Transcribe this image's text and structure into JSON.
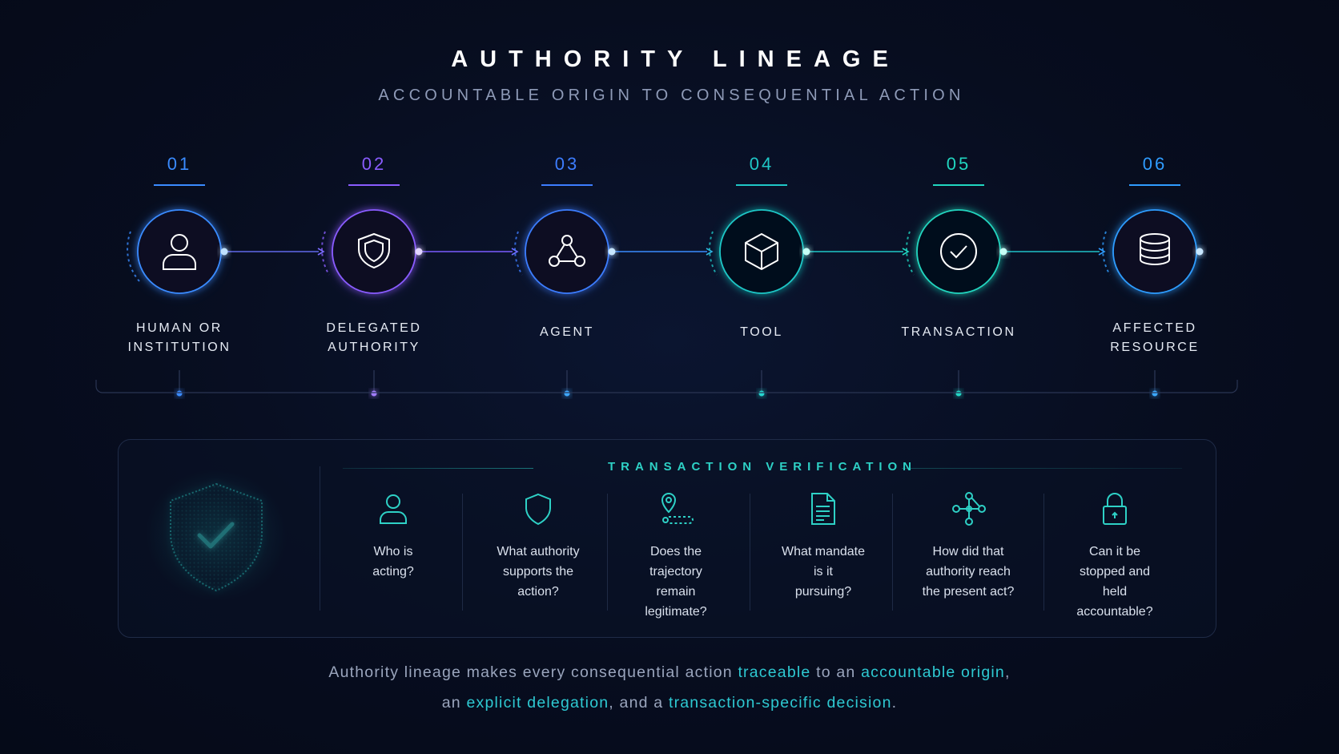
{
  "header": {
    "title": "AUTHORITY LINEAGE",
    "subtitle": "ACCOUNTABLE ORIGIN TO CONSEQUENTIAL ACTION"
  },
  "steps": [
    {
      "number": "01",
      "label": "HUMAN OR\nINSTITUTION",
      "icon": "person-icon",
      "color": "#3a8bff"
    },
    {
      "number": "02",
      "label": "DELEGATED\nAUTHORITY",
      "icon": "shield-icon",
      "color": "#8a5cff"
    },
    {
      "number": "03",
      "label": "AGENT",
      "icon": "network-nodes-icon",
      "color": "#3d7dff"
    },
    {
      "number": "04",
      "label": "TOOL",
      "icon": "cube-icon",
      "color": "#1fc7c7"
    },
    {
      "number": "05",
      "label": "TRANSACTION",
      "icon": "check-circle-icon",
      "color": "#21d6c0"
    },
    {
      "number": "06",
      "label": "AFFECTED\nRESOURCE",
      "icon": "database-icon",
      "color": "#2f9cff"
    }
  ],
  "verification": {
    "title": "TRANSACTION VERIFICATION",
    "badge_icon": "shield-check-icon",
    "questions": [
      {
        "text": "Who is\nacting?",
        "icon": "person-icon"
      },
      {
        "text": "What authority\nsupports the\naction?",
        "icon": "shield-icon"
      },
      {
        "text": "Does the\ntrajectory\nremain\nlegitimate?",
        "icon": "location-path-icon"
      },
      {
        "text": "What mandate\nis it\npursuing?",
        "icon": "document-icon"
      },
      {
        "text": "How did that\nauthority reach\nthe present act?",
        "icon": "branching-nodes-icon"
      },
      {
        "text": "Can it be\nstopped and\nheld\naccountable?",
        "icon": "padlock-icon"
      }
    ]
  },
  "footer": {
    "line1": {
      "t1": "Authority lineage makes every consequential action ",
      "h1": "traceable",
      "t2": " to an ",
      "h2": "accountable origin",
      "t3": ","
    },
    "line2": {
      "t1": "an ",
      "h1": "explicit delegation",
      "t2": ", and a ",
      "h2": "transaction-specific decision",
      "t3": "."
    }
  },
  "colors": {
    "accent_teal": "#2ec9d2",
    "accent_blue": "#3a8bff",
    "accent_purple": "#8a5cff",
    "background": "#070d1f"
  }
}
